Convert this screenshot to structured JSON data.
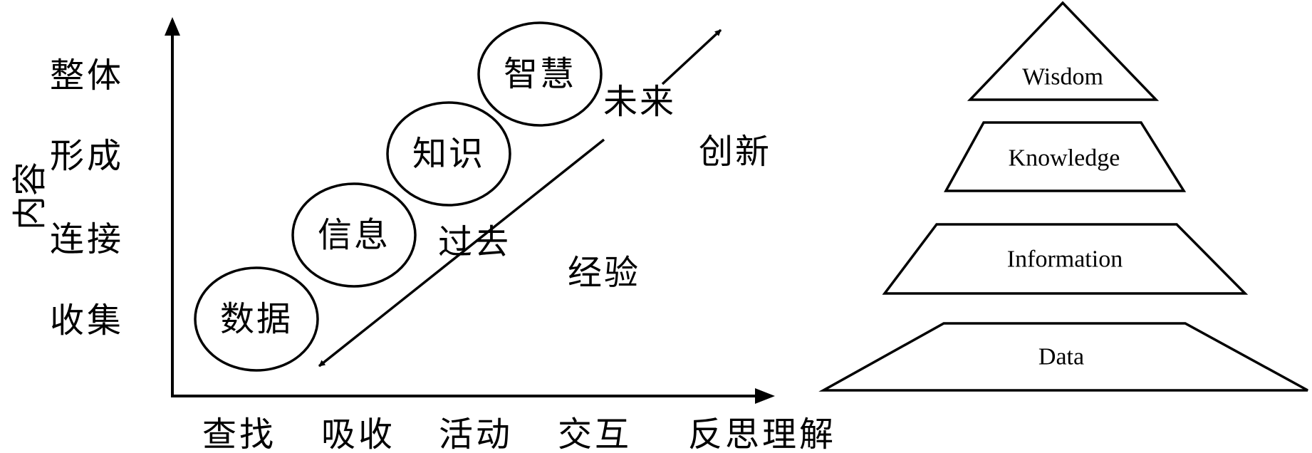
{
  "left_panel": {
    "y_axis_title": "内容",
    "y_axis_labels": [
      "整体",
      "形成",
      "连接",
      "收集"
    ],
    "x_axis_labels": [
      "查找",
      "吸收",
      "活动",
      "交互",
      "反思理解"
    ],
    "ellipses": [
      "数据",
      "信息",
      "知识",
      "智慧"
    ],
    "arrow_labels": {
      "future": "未来",
      "past": "过去",
      "innovation": "创新",
      "experience": "经验"
    }
  },
  "pyramid": {
    "levels": [
      "Wisdom",
      "Knowledge",
      "Information",
      "Data"
    ]
  }
}
